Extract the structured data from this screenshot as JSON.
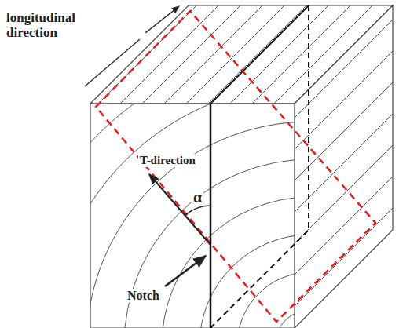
{
  "diagram": {
    "labels": [
      "longitudinal direction",
      "T-direction",
      "α",
      "Notch"
    ]
  }
}
